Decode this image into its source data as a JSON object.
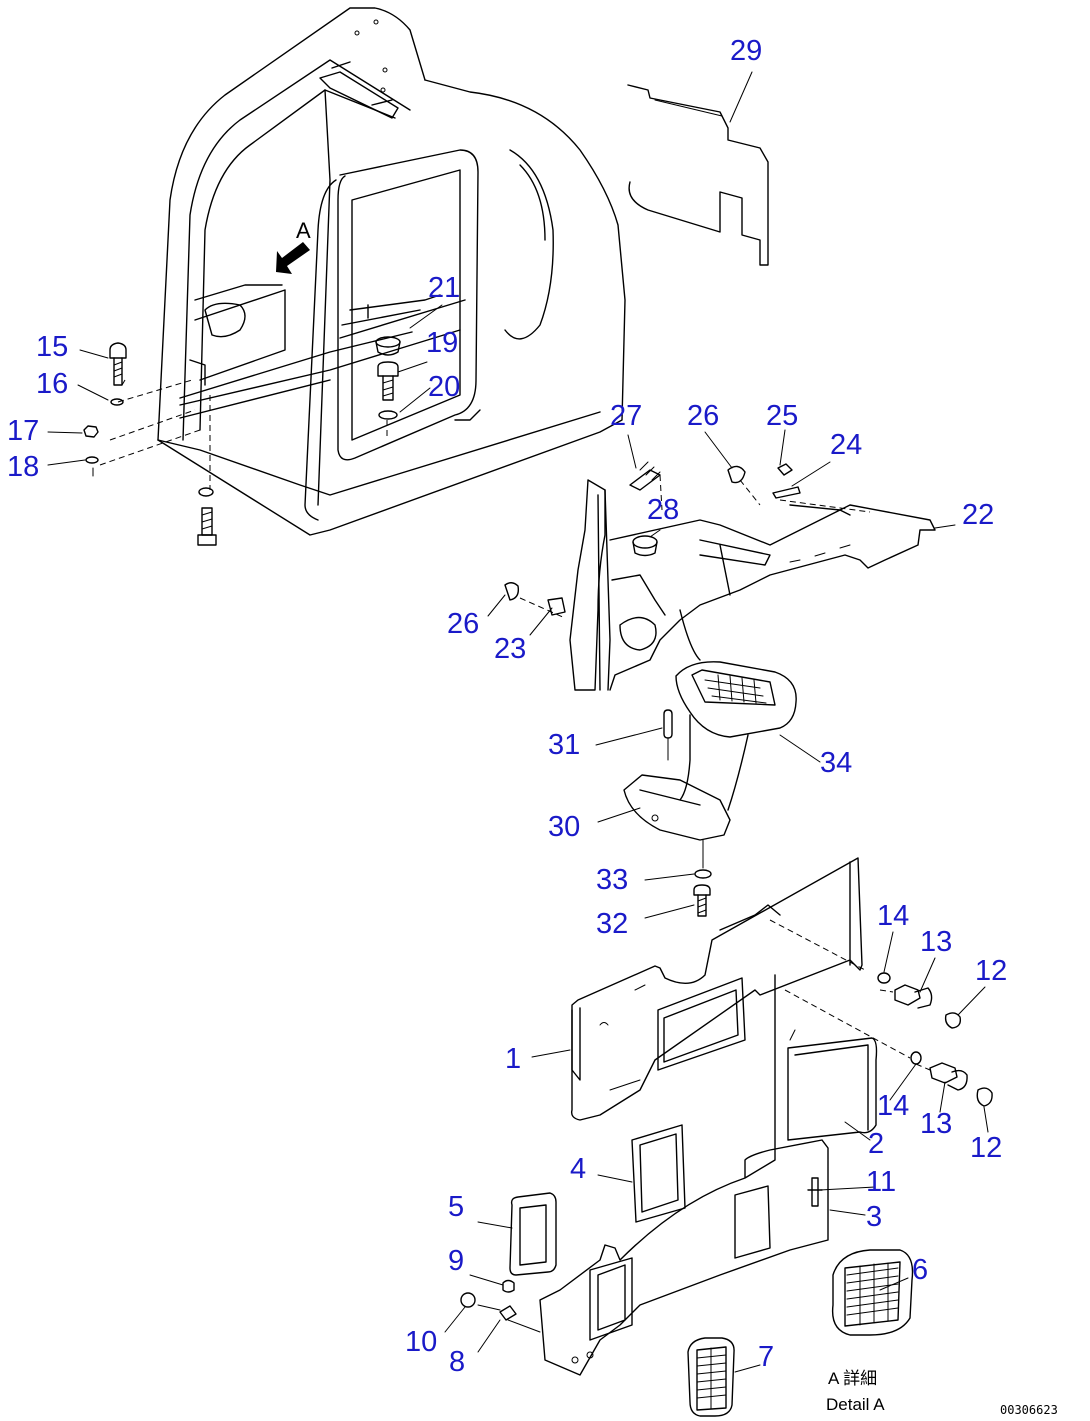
{
  "view_label": "A",
  "detail_label": "A 詳細",
  "detail_label_en": "Detail A",
  "drawing_code": "00306623",
  "callouts": [
    {
      "key": "c29",
      "number": "29"
    },
    {
      "key": "c21",
      "number": "21"
    },
    {
      "key": "c19",
      "number": "19"
    },
    {
      "key": "c20",
      "number": "20"
    },
    {
      "key": "c15",
      "number": "15"
    },
    {
      "key": "c16",
      "number": "16"
    },
    {
      "key": "c17",
      "number": "17"
    },
    {
      "key": "c18",
      "number": "18"
    },
    {
      "key": "c27",
      "number": "27"
    },
    {
      "key": "c26a",
      "number": "26"
    },
    {
      "key": "c25",
      "number": "25"
    },
    {
      "key": "c24",
      "number": "24"
    },
    {
      "key": "c22",
      "number": "22"
    },
    {
      "key": "c28",
      "number": "28"
    },
    {
      "key": "c26b",
      "number": "26"
    },
    {
      "key": "c23",
      "number": "23"
    },
    {
      "key": "c31",
      "number": "31"
    },
    {
      "key": "c34",
      "number": "34"
    },
    {
      "key": "c30",
      "number": "30"
    },
    {
      "key": "c33",
      "number": "33"
    },
    {
      "key": "c32",
      "number": "32"
    },
    {
      "key": "c14a",
      "number": "14"
    },
    {
      "key": "c13a",
      "number": "13"
    },
    {
      "key": "c12a",
      "number": "12"
    },
    {
      "key": "c1",
      "number": "1"
    },
    {
      "key": "c14b",
      "number": "14"
    },
    {
      "key": "c13b",
      "number": "13"
    },
    {
      "key": "c12b",
      "number": "12"
    },
    {
      "key": "c2",
      "number": "2"
    },
    {
      "key": "c4",
      "number": "4"
    },
    {
      "key": "c11",
      "number": "11"
    },
    {
      "key": "c3",
      "number": "3"
    },
    {
      "key": "c5",
      "number": "5"
    },
    {
      "key": "c6",
      "number": "6"
    },
    {
      "key": "c9",
      "number": "9"
    },
    {
      "key": "c10",
      "number": "10"
    },
    {
      "key": "c8",
      "number": "8"
    },
    {
      "key": "c7",
      "number": "7"
    }
  ]
}
